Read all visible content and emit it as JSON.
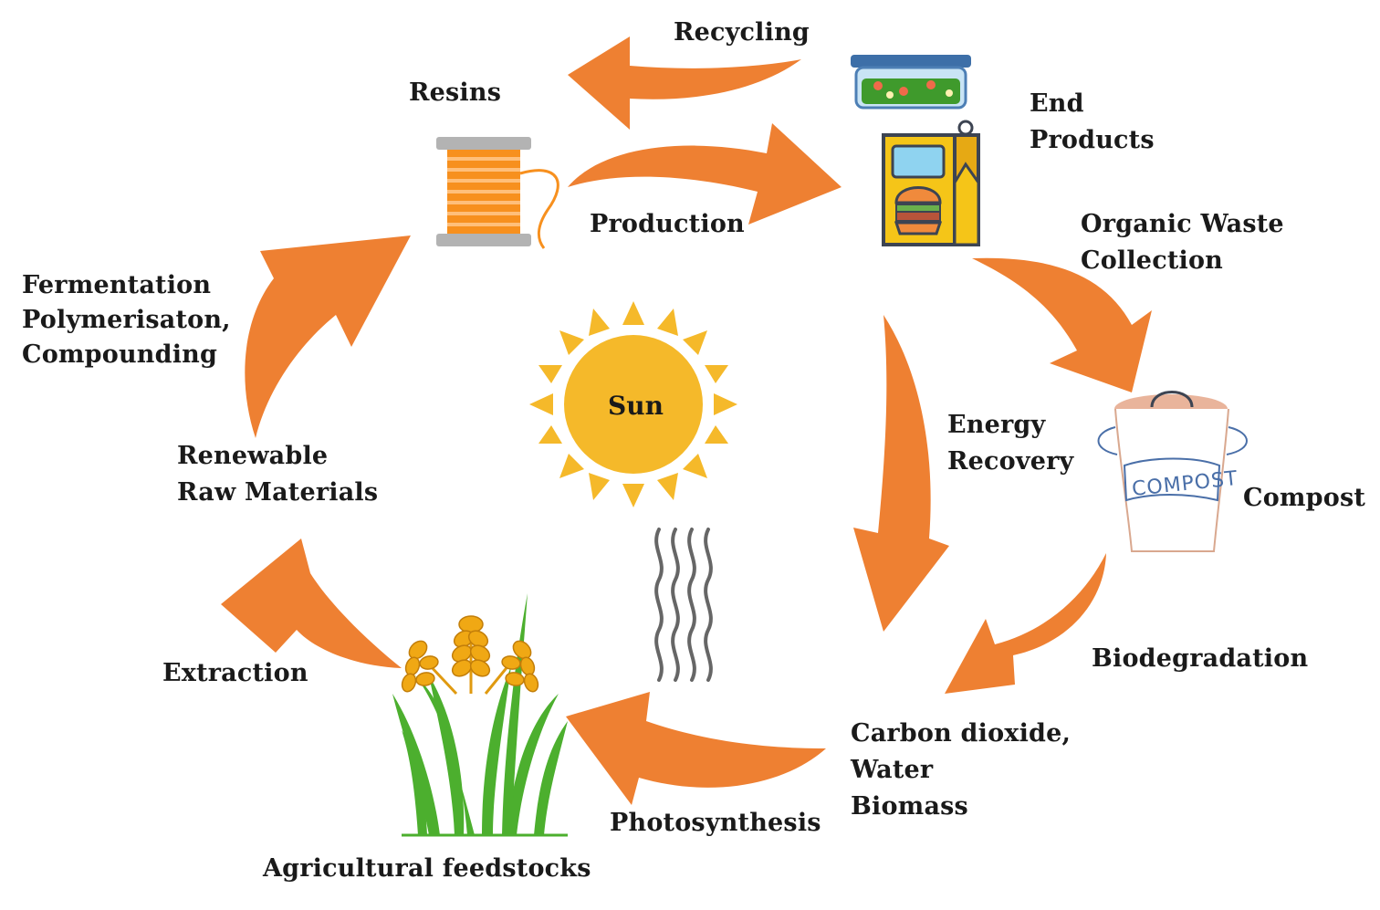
{
  "labels": {
    "recycling": "Recycling",
    "resins": "Resins",
    "end_products": [
      "End",
      "Products"
    ],
    "production": "Production",
    "organic_waste": [
      "Organic Waste",
      "Collection"
    ],
    "fermentation": [
      "Fermentation",
      "Polymerisaton,",
      "Compounding"
    ],
    "sun": "Sun",
    "energy_recovery": [
      "Energy",
      "Recovery"
    ],
    "compost": "Compost",
    "compost_bin_text": "COMPOST",
    "renewable": [
      "Renewable",
      "Raw Materials"
    ],
    "biodegradation": "Biodegradation",
    "extraction": "Extraction",
    "carbon": [
      "Carbon dioxide,",
      "Water",
      "Biomass"
    ],
    "photosynthesis": "Photosynthesis",
    "agricultural": "Agricultural feedstocks"
  },
  "colors": {
    "arrow": "#ee8032",
    "sun": "#f5b92a",
    "spool": "#f7901e",
    "spool_end": "#b3b3b3",
    "bag": "#f5c518",
    "plant_green": "#4caf2e",
    "wheat": "#f0a814",
    "heat_waves": "#666666"
  },
  "icons": [
    "spool-icon",
    "food-container-icon",
    "food-bag-icon",
    "compost-bin-icon",
    "sun-icon",
    "heat-waves-icon",
    "wheat-plant-icon"
  ]
}
